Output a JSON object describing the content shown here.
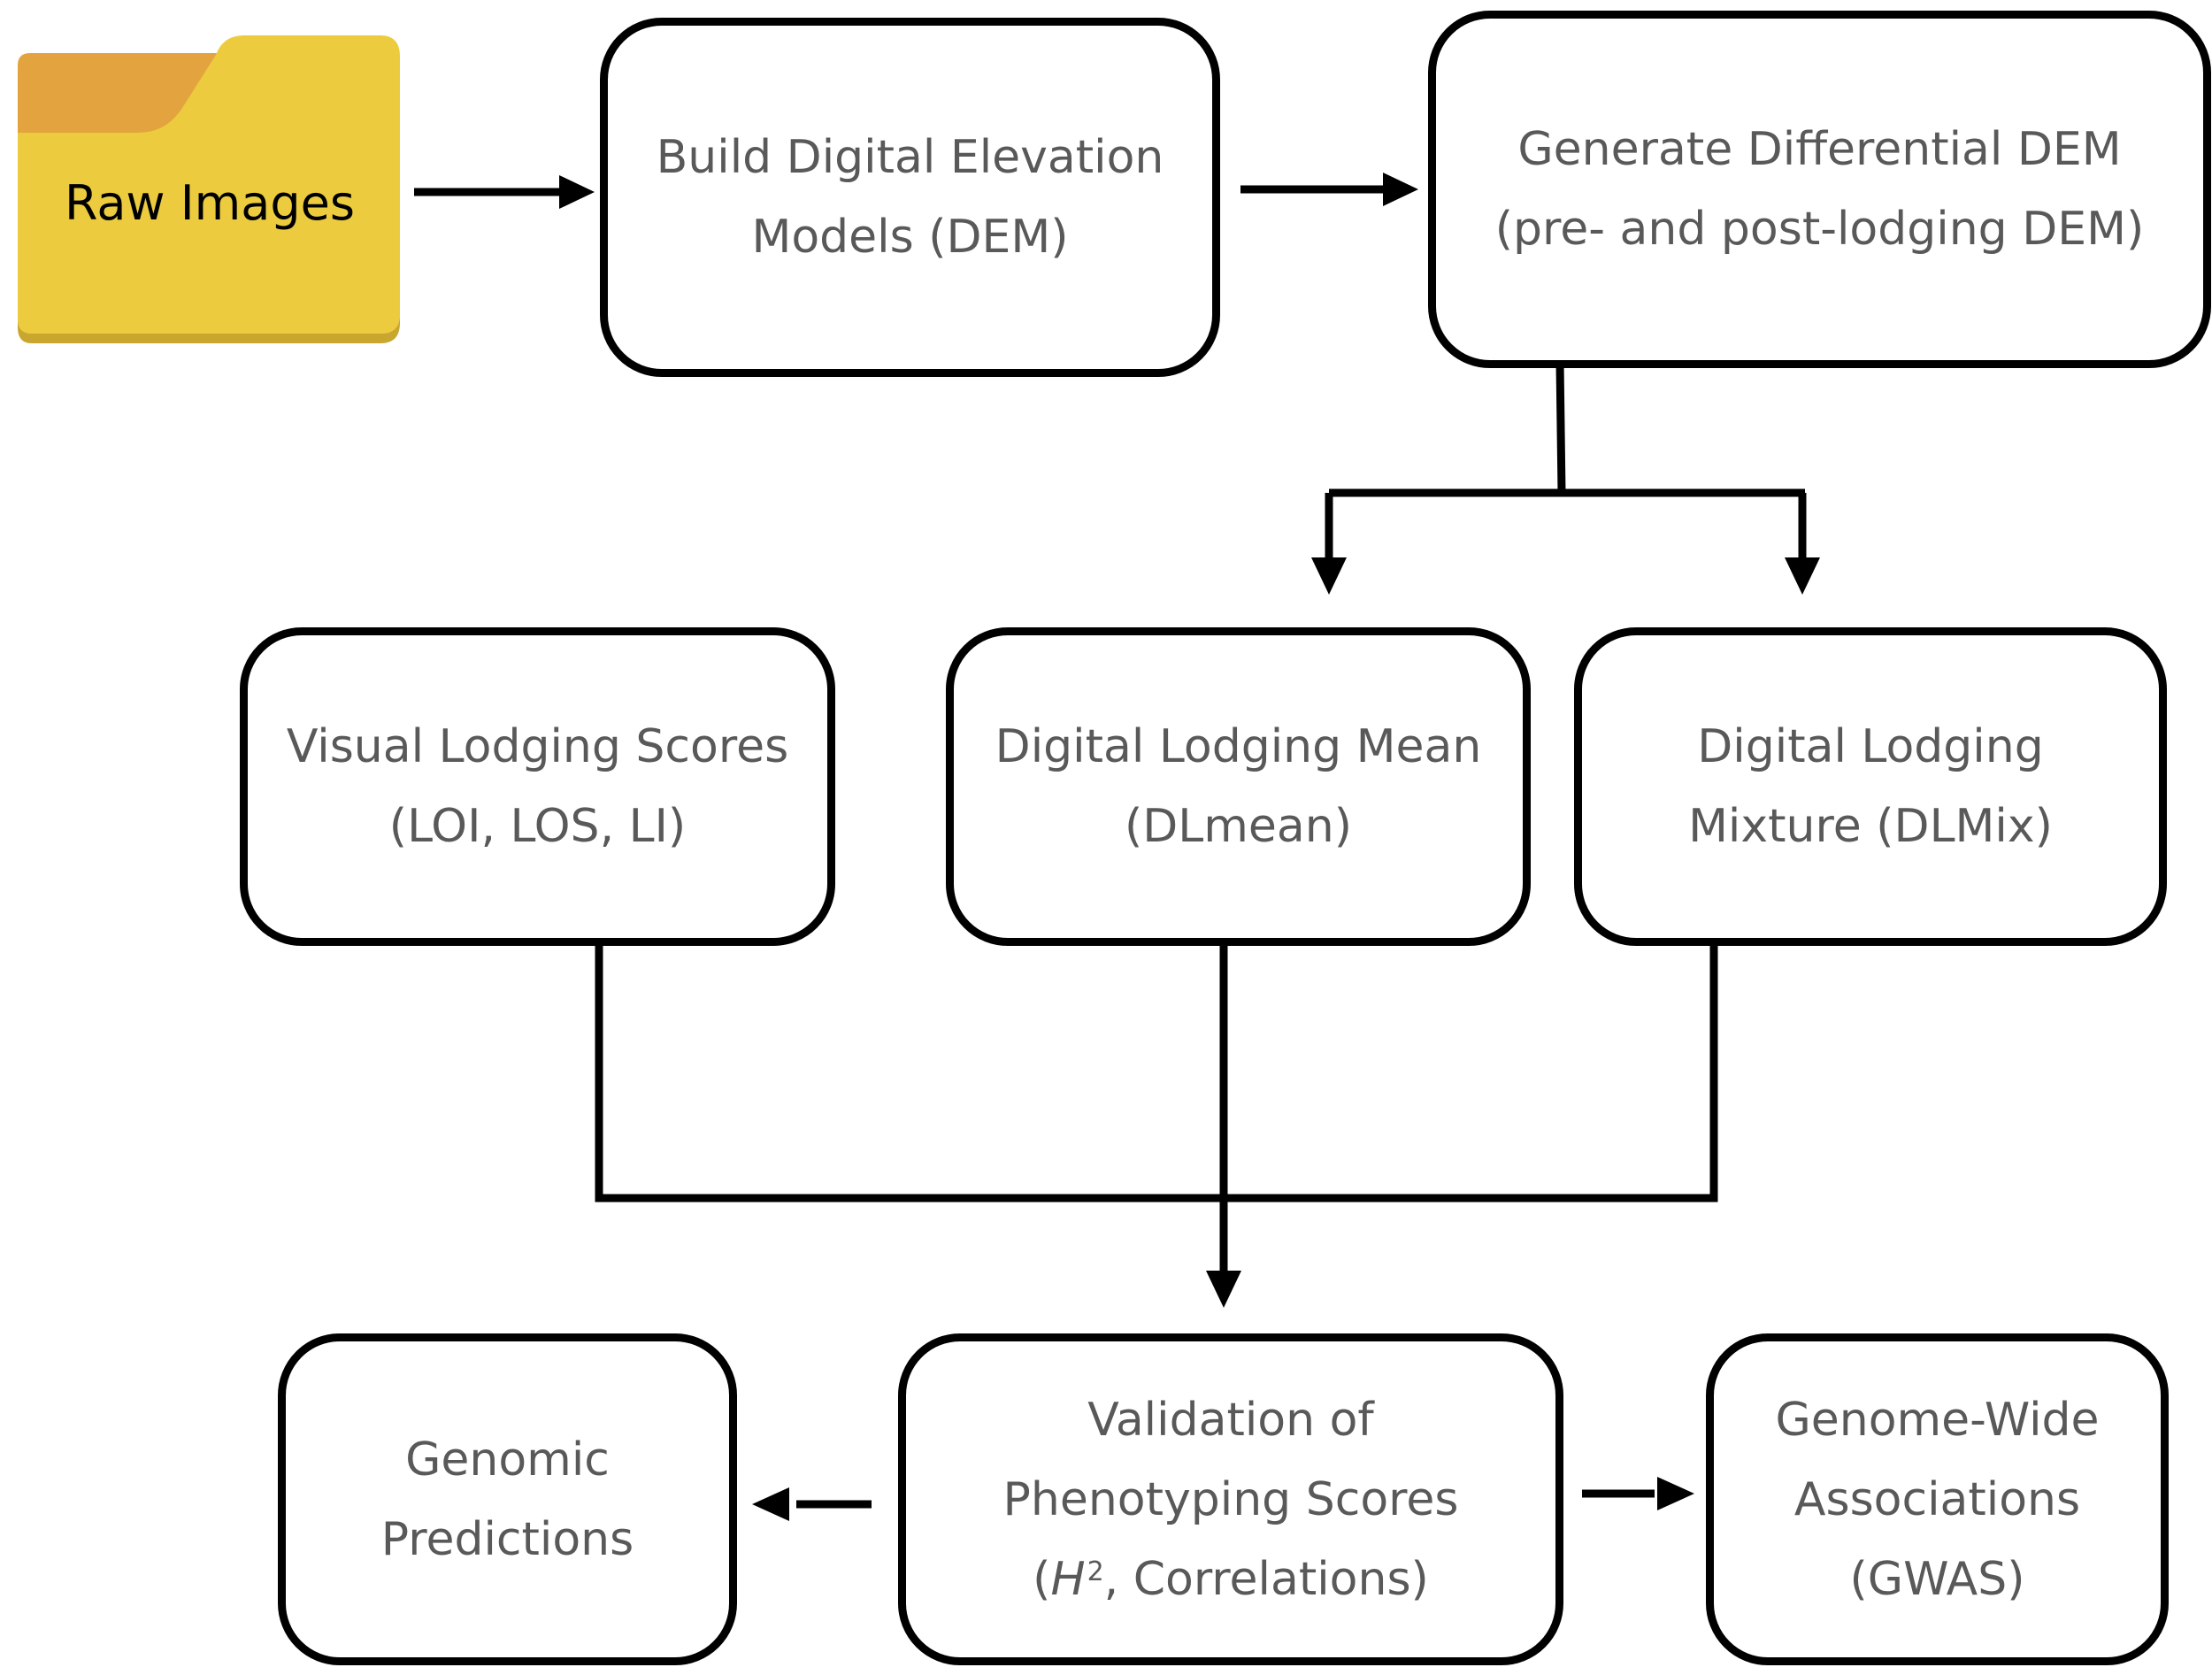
{
  "folder": {
    "label": "Raw Images",
    "icon": "folder-icon",
    "colors": {
      "front": "#eccc3e",
      "back": "#e3a33e"
    }
  },
  "nodes": {
    "build_dem": {
      "lines": [
        "Build Digital Elevation",
        "Models (DEM)"
      ]
    },
    "differential_dem": {
      "lines": [
        "Generate Differential DEM",
        "(pre- and post-lodging DEM)"
      ]
    },
    "visual_scores": {
      "lines": [
        "Visual Lodging Scores",
        "(LOI, LOS, LI)"
      ]
    },
    "dl_mean": {
      "lines": [
        "Digital Lodging Mean",
        "(DLmean)"
      ]
    },
    "dl_mix": {
      "lines": [
        "Digital Lodging",
        "Mixture (DLMix)"
      ]
    },
    "validation": {
      "lines": [
        "Validation of",
        "Phenotyping Scores"
      ],
      "formula_symbol": "H",
      "formula_sup": "2",
      "formula_rest": ", Correlations)"
    },
    "genomic": {
      "lines": [
        "Genomic",
        "Predictions"
      ]
    },
    "gwas": {
      "lines": [
        "Genome-Wide",
        "Associations",
        "(GWAS)"
      ]
    }
  },
  "colors": {
    "stroke": "#000000",
    "text": "#595959"
  }
}
